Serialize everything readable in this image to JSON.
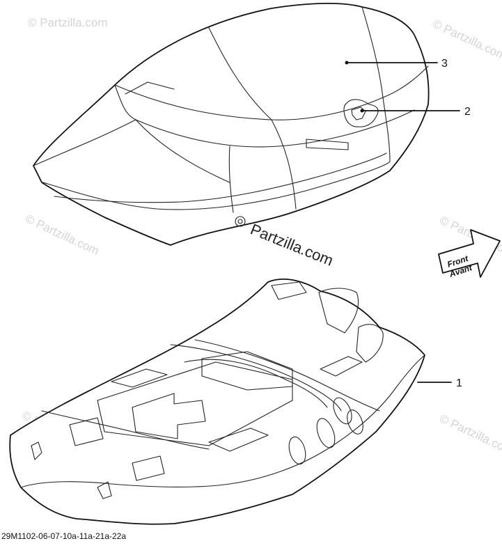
{
  "watermark": {
    "small_text": "© Partzilla.com",
    "center_text": "Partzilla.com"
  },
  "callouts": [
    {
      "number": "1",
      "part": "seat-base"
    },
    {
      "number": "2",
      "part": "seat-cover-grommet"
    },
    {
      "number": "3",
      "part": "seat-cover"
    }
  ],
  "direction_arrow": {
    "line1": "Front",
    "line2": "Avant"
  },
  "reference_code": "29M1102-06-07-10a-11a-21a-22a",
  "colors": {
    "line": "#111111",
    "watermark": "#d4d4d4",
    "background": "#ffffff"
  }
}
